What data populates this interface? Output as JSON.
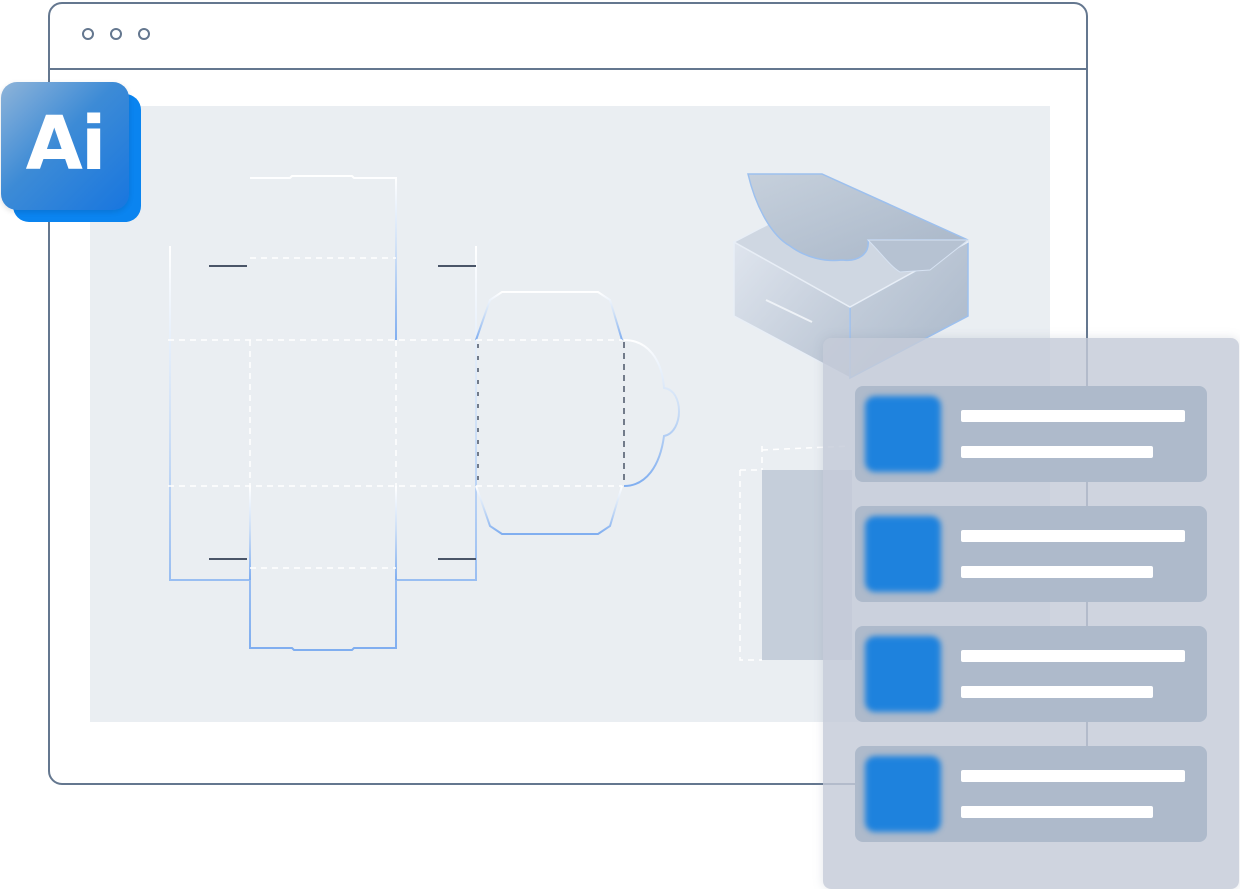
{
  "window": {
    "controls": [
      "window-dot",
      "window-dot",
      "window-dot"
    ]
  },
  "app_badge": {
    "label": "Ai",
    "colors": {
      "front": "#1876df",
      "back": "#0a84f0"
    }
  },
  "panel": {
    "item_count": 4,
    "thumbnail_color": "#1e82dd"
  },
  "colors": {
    "window_border": "#64778f",
    "canvas": "#eaeef2",
    "dieline": "#8ab4ef"
  }
}
